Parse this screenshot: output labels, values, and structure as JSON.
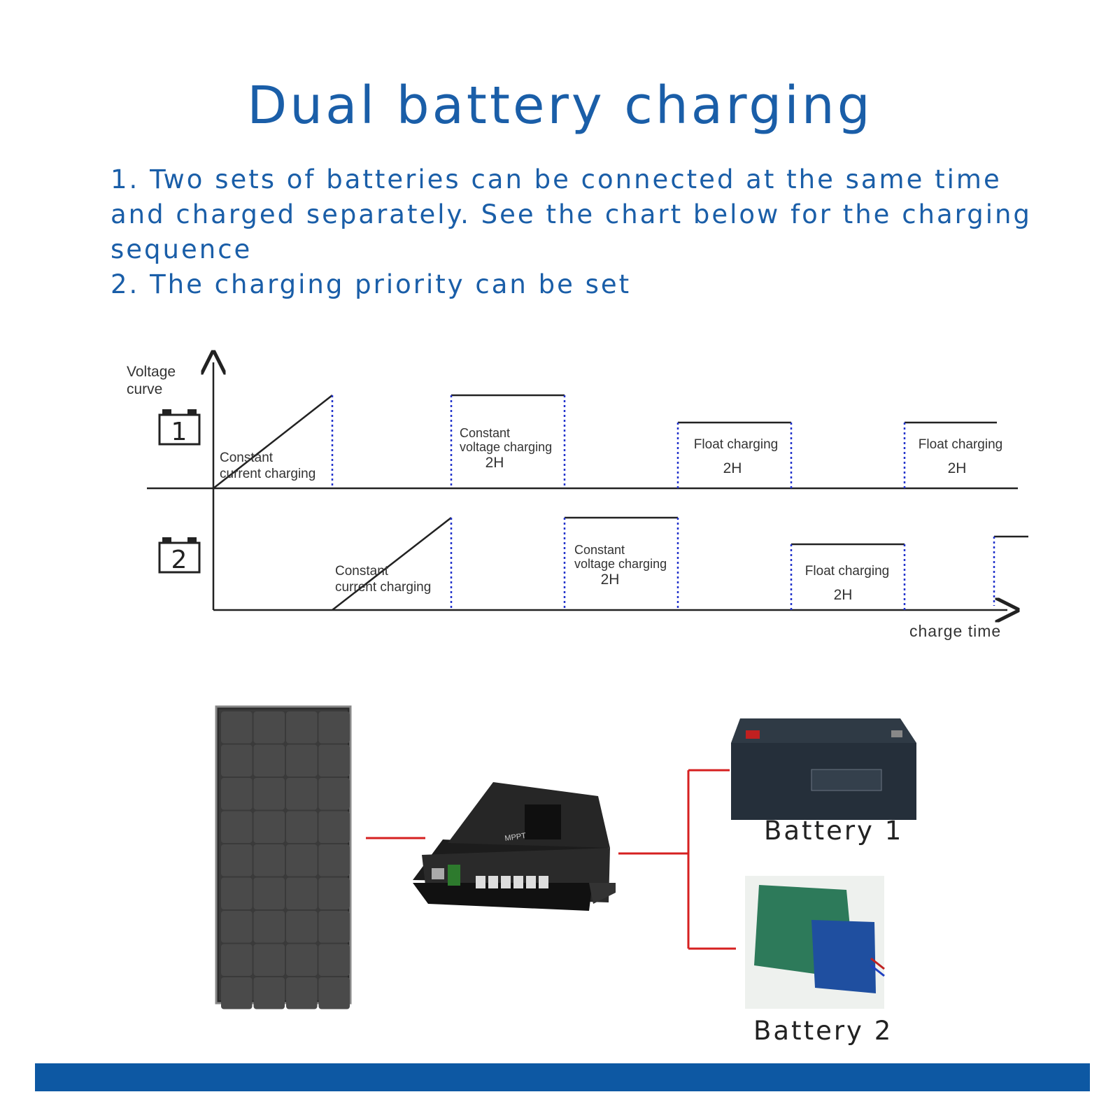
{
  "title": "Dual battery charging",
  "intro": {
    "lines": [
      "1. Two sets of batteries can be connected at the same time",
      "and charged separately. See the chart below for the charging",
      "sequence",
      "2. The charging priority can be set"
    ]
  },
  "chart": {
    "y_axis_label_line1": "Voltage",
    "y_axis_label_line2": "curve",
    "x_axis_label": "charge time",
    "battery1_label": "1",
    "battery2_label": "2",
    "row1": {
      "cc_line1": "Constant",
      "cc_line2": "current charging",
      "cv_line1": "Constant",
      "cv_line2": "voltage charging",
      "cv_time": "2H",
      "float1": "Float charging",
      "float1_time": "2H",
      "float2": "Float charging",
      "float2_time": "2H"
    },
    "row2": {
      "cc_line1": "Constant",
      "cc_line2": "current charging",
      "cv_line1": "Constant",
      "cv_line2": "voltage charging",
      "cv_time": "2H",
      "float1": "Float charging",
      "float1_time": "2H"
    }
  },
  "system": {
    "battery1_caption": "Battery 1",
    "battery2_caption": "Battery 2",
    "controller_label": "MPPT",
    "wire_color": "#d62020",
    "accent_color": "#0d58a3"
  }
}
